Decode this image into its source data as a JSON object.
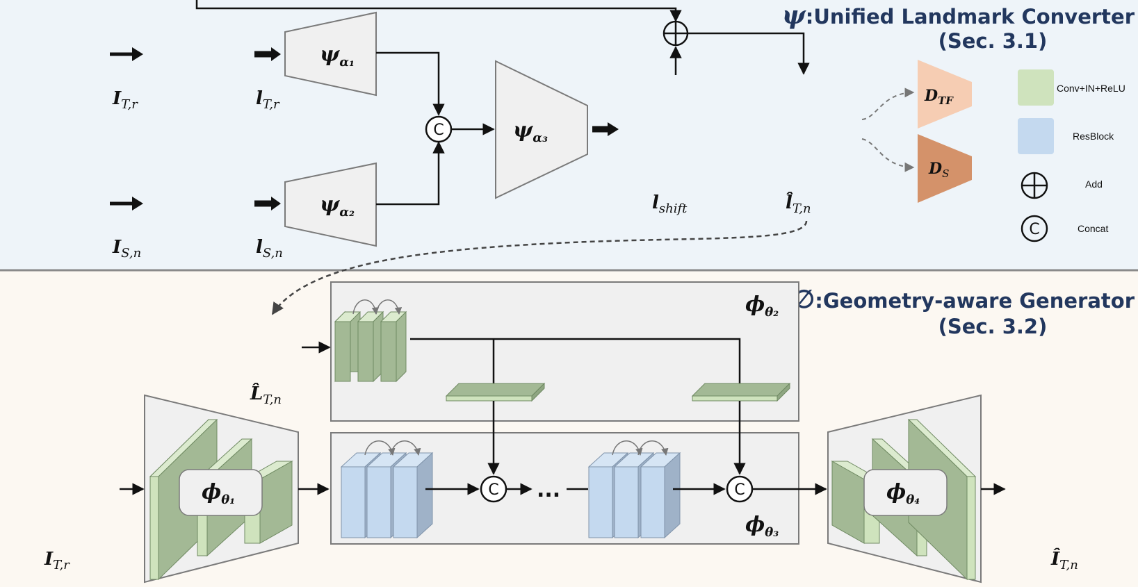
{
  "top": {
    "title_symbol": "ψ",
    "title": ":Unified Landmark Converter",
    "subtitle": "(Sec. 3.1)",
    "inputs": {
      "i_tr": "I",
      "i_tr_sub": "T,r",
      "i_sn": "I",
      "i_sn_sub": "S,n",
      "l_tr": "l",
      "l_tr_sub": "T,r",
      "l_sn": "l",
      "l_sn_sub": "S,n"
    },
    "blocks": {
      "psi_a1": "ψ",
      "psi_a1_sub": "α₁",
      "psi_a2": "ψ",
      "psi_a2_sub": "α₂",
      "psi_a3": "ψ",
      "psi_a3_sub": "α₃"
    },
    "outputs": {
      "l_shift": "l",
      "l_shift_sub": "shift",
      "l_hat": "l̂",
      "l_hat_sub": "T,n"
    },
    "discriminators": {
      "d_tf": "D",
      "d_tf_sub": "TF",
      "d_s": "D",
      "d_s_sub": "S"
    },
    "concat_symbol": "C"
  },
  "legend": {
    "items": [
      {
        "label": "Conv+IN+ReLU",
        "color": "#cfe3bd"
      },
      {
        "label": "ResBlock",
        "color": "#c4d9ef"
      },
      {
        "label": "Add",
        "symbol": "⊕"
      },
      {
        "label": "Concat",
        "symbol": "C"
      }
    ]
  },
  "bottom": {
    "title_symbol": "∅",
    "title": ":Geometry-aware Generator",
    "subtitle": "(Sec. 3.2)",
    "labels": {
      "L_hat": "L̂",
      "L_hat_sub": "T,n",
      "i_tr": "I",
      "i_tr_sub": "T,r",
      "i_hat": "Î",
      "i_hat_sub": "T,n",
      "ellipsis": "..."
    },
    "blocks": {
      "phi_t1": "ϕ",
      "phi_t1_sub": "θ₁",
      "phi_t2": "ϕ",
      "phi_t2_sub": "θ₂",
      "phi_t3": "ϕ",
      "phi_t3_sub": "θ₃",
      "phi_t4": "ϕ",
      "phi_t4_sub": "θ₄"
    }
  },
  "colors": {
    "top_bg": "#eef4f9",
    "bottom_bg": "#fcf8f2",
    "block_gray": "#f0f0f0",
    "conv_green": "#a3b995",
    "conv_green_light": "#cfe3bd",
    "res_blue": "#c4d9ef",
    "res_blue_dark": "#9fb2c8",
    "d_tf": "#f6cdb3",
    "d_s": "#d4926a",
    "title_color": "#22375e"
  }
}
